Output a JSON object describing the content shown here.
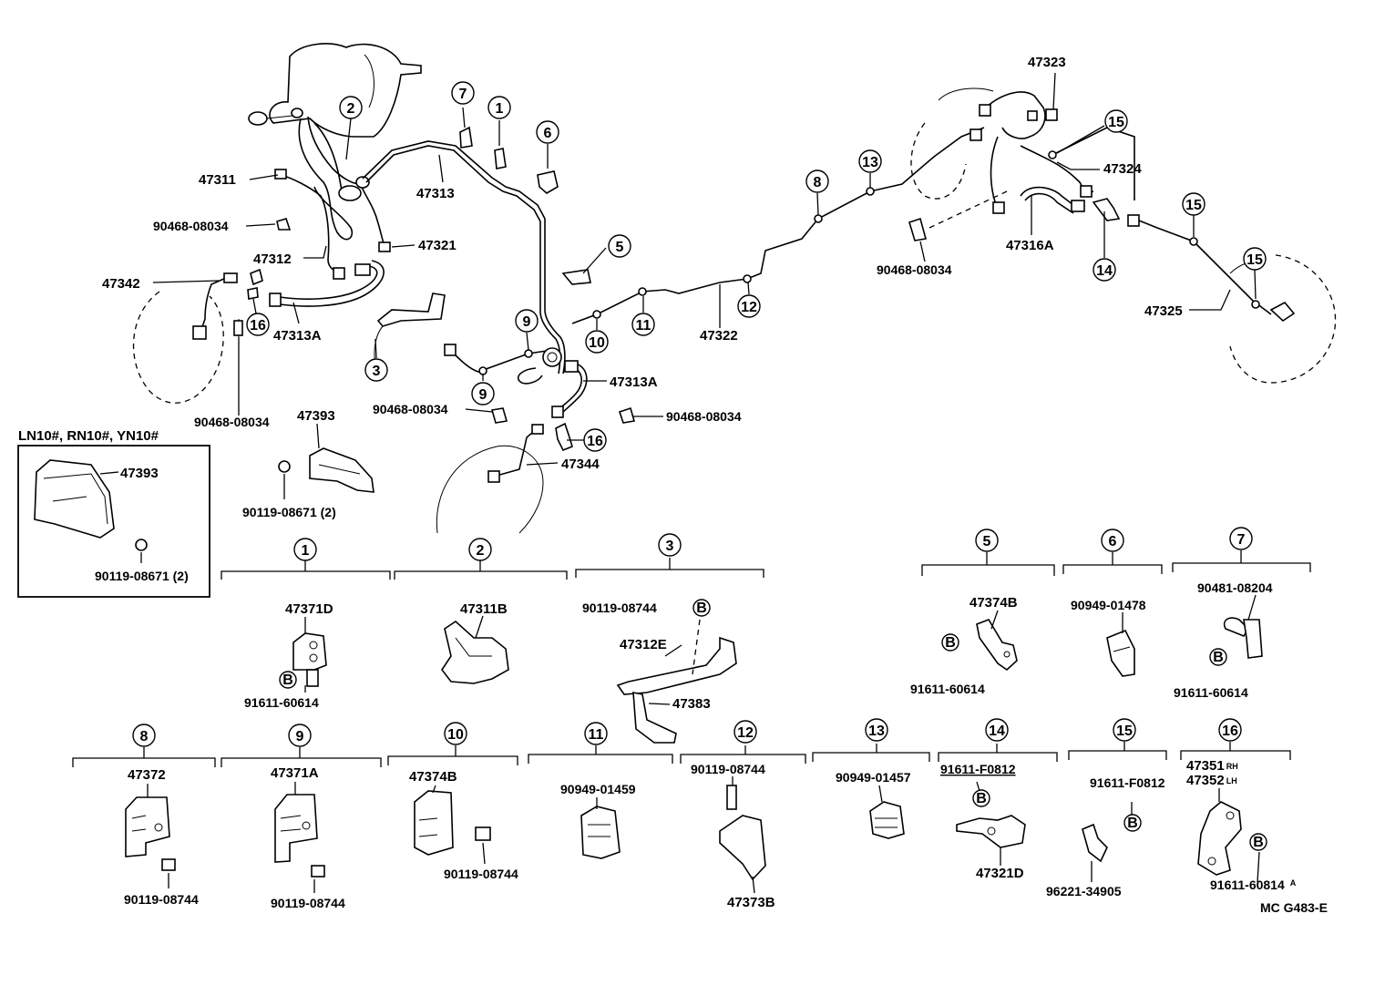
{
  "diagram": {
    "variant_box_title": "LN10#, RN10#, YN10#",
    "footer_code": "MC G483-E",
    "callouts_top": [
      {
        "id": "c2",
        "num": "2"
      },
      {
        "id": "c7",
        "num": "7"
      },
      {
        "id": "c1",
        "num": "1"
      },
      {
        "id": "c6",
        "num": "6"
      },
      {
        "id": "c5",
        "num": "5"
      },
      {
        "id": "c3",
        "num": "3"
      },
      {
        "id": "c9a",
        "num": "9"
      },
      {
        "id": "c9b",
        "num": "9"
      },
      {
        "id": "c10",
        "num": "10"
      },
      {
        "id": "c11",
        "num": "11"
      },
      {
        "id": "c12",
        "num": "12"
      },
      {
        "id": "c8",
        "num": "8"
      },
      {
        "id": "c13",
        "num": "13"
      },
      {
        "id": "c15a",
        "num": "15"
      },
      {
        "id": "c15b",
        "num": "15"
      },
      {
        "id": "c15c",
        "num": "15"
      },
      {
        "id": "c14",
        "num": "14"
      },
      {
        "id": "c16a",
        "num": "16"
      },
      {
        "id": "c16b",
        "num": "16"
      }
    ],
    "labels_top": [
      {
        "id": "l47311",
        "text": "47311"
      },
      {
        "id": "l47313",
        "text": "47313"
      },
      {
        "id": "l90468a",
        "text": "90468-08034"
      },
      {
        "id": "l47321",
        "text": "47321"
      },
      {
        "id": "l47312",
        "text": "47312"
      },
      {
        "id": "l47342",
        "text": "47342"
      },
      {
        "id": "l47313Aa",
        "text": "47313A"
      },
      {
        "id": "l90468b",
        "text": "90468-08034"
      },
      {
        "id": "l47393",
        "text": "47393"
      },
      {
        "id": "l90119a",
        "text": "90119-08671 (2)"
      },
      {
        "id": "l47313Ab",
        "text": "47313A"
      },
      {
        "id": "l90468c",
        "text": "90468-08034"
      },
      {
        "id": "l90468d",
        "text": "90468-08034"
      },
      {
        "id": "l47344",
        "text": "47344"
      },
      {
        "id": "l47322",
        "text": "47322"
      },
      {
        "id": "l47323",
        "text": "47323"
      },
      {
        "id": "l47324",
        "text": "47324"
      },
      {
        "id": "l90468e",
        "text": "90468-08034"
      },
      {
        "id": "l47316A",
        "text": "47316A"
      },
      {
        "id": "l47325",
        "text": "47325"
      },
      {
        "id": "l47393b",
        "text": "47393"
      },
      {
        "id": "l90119b",
        "text": "90119-08671 (2)"
      }
    ],
    "detail_groups": [
      {
        "num": "1",
        "parts": [
          "47371D",
          "91611-60614"
        ],
        "fastener": "B"
      },
      {
        "num": "2",
        "parts": [
          "47311B"
        ]
      },
      {
        "num": "3",
        "parts": [
          "90119-08744",
          "47312E",
          "47383"
        ],
        "fastener": "B"
      },
      {
        "num": "5",
        "parts": [
          "47374B",
          "91611-60614"
        ],
        "fastener": "B"
      },
      {
        "num": "6",
        "parts": [
          "90949-01478"
        ]
      },
      {
        "num": "7",
        "parts": [
          "90481-08204",
          "91611-60614"
        ],
        "fastener": "B"
      },
      {
        "num": "8",
        "parts": [
          "47372",
          "90119-08744"
        ]
      },
      {
        "num": "9",
        "parts": [
          "47371A",
          "90119-08744"
        ]
      },
      {
        "num": "10",
        "parts": [
          "47374B",
          "90119-08744"
        ]
      },
      {
        "num": "11",
        "parts": [
          "90949-01459"
        ]
      },
      {
        "num": "12",
        "parts": [
          "90119-08744",
          "47373B"
        ]
      },
      {
        "num": "13",
        "parts": [
          "90949-01457"
        ]
      },
      {
        "num": "14",
        "parts": [
          "91611-F0812",
          "47321D"
        ],
        "fastener": "B"
      },
      {
        "num": "15",
        "parts": [
          "91611-F0812",
          "96221-34905"
        ],
        "fastener": "B"
      },
      {
        "num": "16",
        "parts": [
          "47351",
          "47352",
          "91611-60814"
        ],
        "fastener": "B",
        "rh": "RH",
        "lh": "LH",
        "note": "A"
      }
    ]
  }
}
